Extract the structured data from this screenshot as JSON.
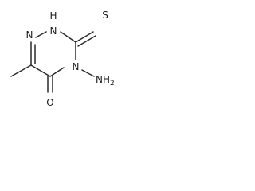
{
  "structure": {
    "atoms": {
      "n1": "N",
      "n2": "H",
      "n2_h": "N",
      "s": "S",
      "n4": "N",
      "nh2_n": "NH",
      "nh2_sub": "2",
      "o": "O"
    },
    "colors": {
      "bond": "#2a2a2a",
      "label": "#1a1a1a",
      "background": "#ffffff"
    }
  }
}
